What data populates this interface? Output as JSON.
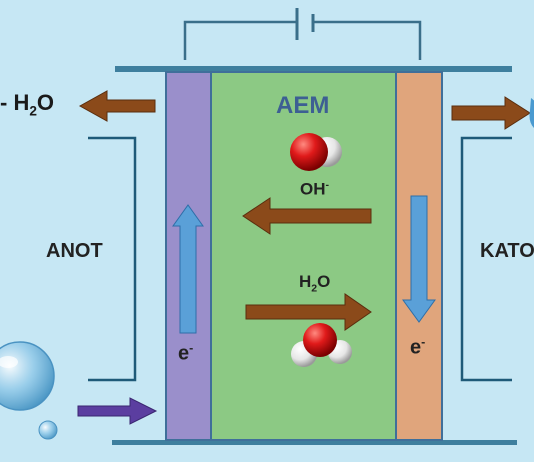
{
  "labels": {
    "left_product": "H",
    "left_product_sub": "2",
    "left_product_tail": "O",
    "left_cut_symbol": "-",
    "membrane": "AEM",
    "hydroxide": "OH",
    "hydroxide_sup": "-",
    "water": "H",
    "water_sub": "2",
    "water_tail": "O",
    "anode": "ANOT",
    "cathode": "KATO",
    "electron_left": "e",
    "electron_left_sup": "-",
    "electron_right": "e",
    "electron_right_sup": "-"
  },
  "colors": {
    "background": "#c6e7f4",
    "membrane": "#8cc984",
    "anode_plate": "#9a8fcb",
    "cathode_plate": "#e0a57c",
    "arrow_brown": "#8b4a1a",
    "arrow_blue": "#5aa0d8",
    "arrow_purple": "#5b3ea0",
    "wire": "#3a6f8a",
    "oxygen": "#d10f12",
    "hydrogen": "#f2f2f2"
  }
}
